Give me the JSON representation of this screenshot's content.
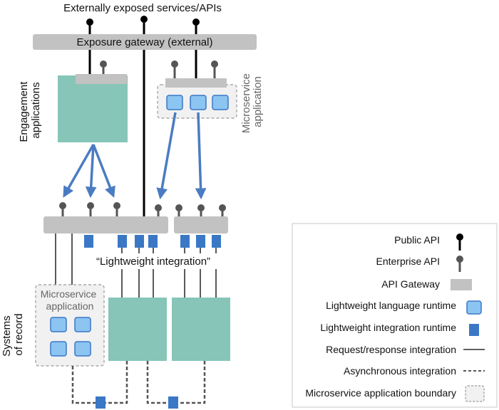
{
  "diagram": {
    "top_title": "Externally exposed services/APIs",
    "exposure_gateway": "Exposure gateway (external)",
    "engagement_label": [
      "Engagement",
      "applications"
    ],
    "microservice_side_label": [
      "Microservice",
      "application"
    ],
    "lightweight_integration": "“Lightweight integration”",
    "systems_label": [
      "Systems",
      "of record"
    ],
    "microservice_box_label": [
      "Microservice",
      "application"
    ]
  },
  "legend": {
    "items": [
      {
        "label": "Public API",
        "icon": "public-api-icon"
      },
      {
        "label": "Enterprise API",
        "icon": "enterprise-api-icon"
      },
      {
        "label": "API Gateway",
        "icon": "api-gateway-icon"
      },
      {
        "label": "Lightweight language runtime",
        "icon": "language-runtime-icon"
      },
      {
        "label": "Lightweight integration runtime",
        "icon": "integration-runtime-icon"
      },
      {
        "label": "Request/response integration",
        "icon": "request-response-line-icon"
      },
      {
        "label": "Asynchronous integration",
        "icon": "async-line-icon"
      },
      {
        "label": "Microservice application boundary",
        "icon": "boundary-icon"
      }
    ]
  },
  "colors": {
    "teal": "#86c5b8",
    "gateway_grey": "#c2c2c2",
    "arrow_blue": "#4a7cc2",
    "runtime_light": "#8cc4f2",
    "runtime_dark": "#3a78c6"
  }
}
